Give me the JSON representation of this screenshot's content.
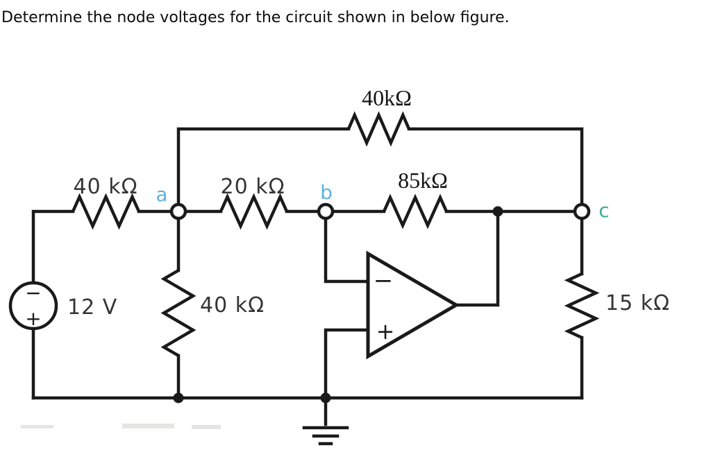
{
  "title": "Determine the node voltages for the circuit shown in below figure.",
  "colors": {
    "wire": "#1a1a1a",
    "node_label_ab": "#5db3e0",
    "node_label_c": "#3fab94",
    "component_label": "#353535"
  },
  "circuit": {
    "voltage_source": {
      "value": "12 V",
      "top_sign": "−",
      "bottom_sign": "+"
    },
    "resistors": {
      "feedback": "40kΩ",
      "input": "40 kΩ",
      "series": "20 kΩ",
      "opamp_in": "85kΩ",
      "shunt": "40 kΩ",
      "load": "15 kΩ"
    },
    "nodes": {
      "a": "a",
      "b": "b",
      "c": "c"
    },
    "opamp": {
      "inverting_sign": "−",
      "noninverting_sign": "+"
    }
  }
}
